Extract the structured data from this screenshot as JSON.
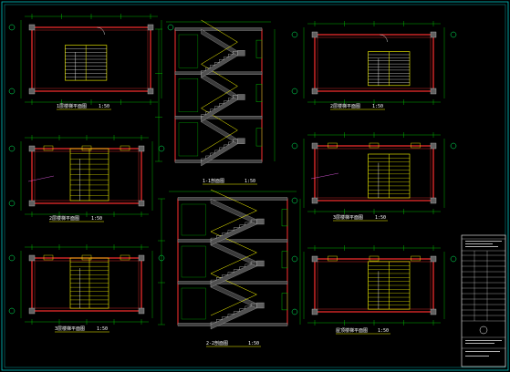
{
  "drawing": {
    "background": "#000000",
    "colors": {
      "border": "#00c8c8",
      "wall": "#ff3030",
      "dim": "#00e000",
      "stair": "#ffff00",
      "text": "#ffffff",
      "axis": "#00ff60",
      "note": "#ff66ff",
      "section": "#c0c0c0"
    },
    "plans_left": [
      {
        "title": "1层楼梯平面图",
        "scale": "1:50"
      },
      {
        "title": "2层楼梯平面图",
        "scale": "1:50"
      },
      {
        "title": "3层楼梯平面图",
        "scale": "1:50"
      }
    ],
    "sections": [
      {
        "title": "1-1剖面图",
        "scale": "1:50"
      },
      {
        "title": "2-2剖面图",
        "scale": "1:50"
      }
    ],
    "plans_right": [
      {
        "title": "2层楼梯平面图",
        "scale": "1:50"
      },
      {
        "title": "3层楼梯平面图",
        "scale": "1:50"
      },
      {
        "title": "屋顶楼梯平面图",
        "scale": "1:50"
      }
    ],
    "title_block": {
      "rows": [
        "",
        "",
        "",
        "",
        "",
        "",
        "",
        "",
        "",
        "",
        "",
        ""
      ]
    }
  }
}
